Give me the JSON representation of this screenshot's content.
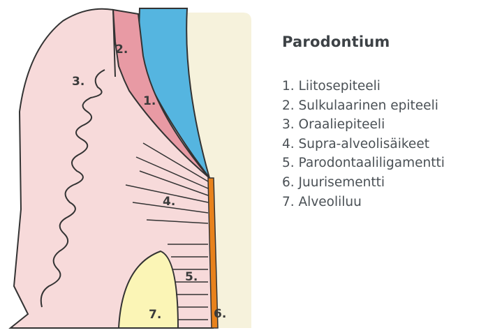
{
  "title": "Parodontium",
  "labels": [
    "1.",
    "2.",
    "3.",
    "4.",
    "5.",
    "6.",
    "7."
  ],
  "legend": [
    "1. Liitosepiteeli",
    "2. Sulkulaarinen epiteeli",
    "3. Oraaliepiteeli",
    "4. Supra-alveolisäikeet",
    "5. Parodontaaliligamentti",
    "6. Juurisementti",
    "7. Alveoliluu"
  ],
  "colors": {
    "tooth": "#f6f2dc",
    "enamel": "#55b5e0",
    "gingiva": "#f7dada",
    "epithelium": "#e89aa4",
    "bone": "#fbf5b6",
    "cementum": "#e8821c",
    "outline": "#333333"
  }
}
